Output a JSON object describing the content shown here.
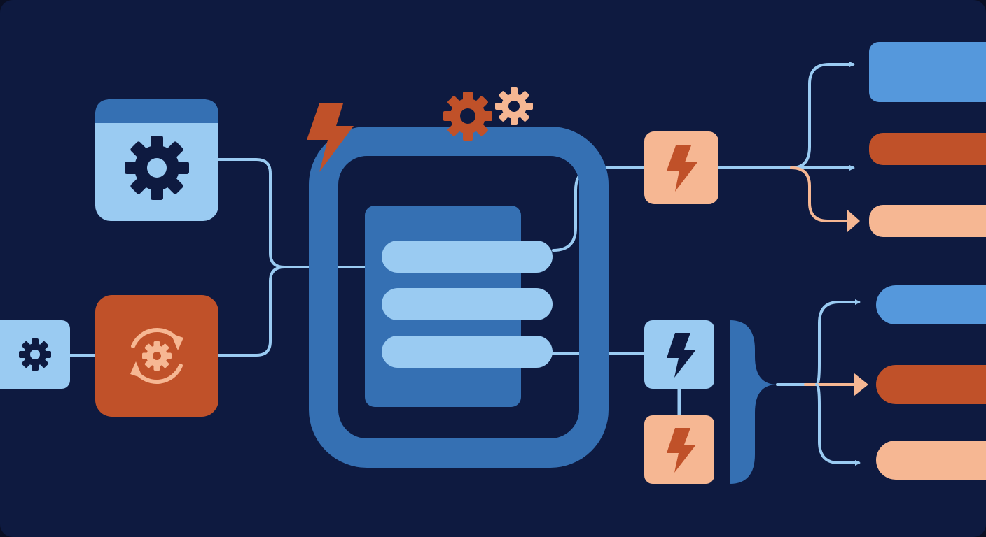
{
  "colors": {
    "background": "#0e1a40",
    "frame": "#0a0f24",
    "blue": "#3570b3",
    "light_blue": "#9acbf2",
    "bright_blue": "#5598dc",
    "orange": "#c05129",
    "peach": "#f6b793",
    "navy_icon": "#0e1a40"
  },
  "nodes": {
    "settings_window": {
      "icon": "gear-icon"
    },
    "small_settings": {
      "icon": "gear-icon"
    },
    "sync_process": {
      "icon": "refresh-gear-icon"
    },
    "central_document": {
      "icon": "document-icon",
      "rows": 3
    },
    "event_trigger_top": {
      "icon": "lightning-icon"
    },
    "event_trigger_middle": {
      "icon": "lightning-icon"
    },
    "event_trigger_bottom": {
      "icon": "lightning-icon"
    },
    "splitter": {
      "icon": "splitter-shape"
    }
  },
  "decorations": [
    "lightning-icon",
    "gear-icon",
    "gear-icon"
  ],
  "outputs": [
    {
      "group": "top",
      "color": "bright_blue"
    },
    {
      "group": "top",
      "color": "orange"
    },
    {
      "group": "top",
      "color": "peach"
    },
    {
      "group": "bottom",
      "color": "bright_blue"
    },
    {
      "group": "bottom",
      "color": "orange"
    },
    {
      "group": "bottom",
      "color": "peach"
    }
  ]
}
